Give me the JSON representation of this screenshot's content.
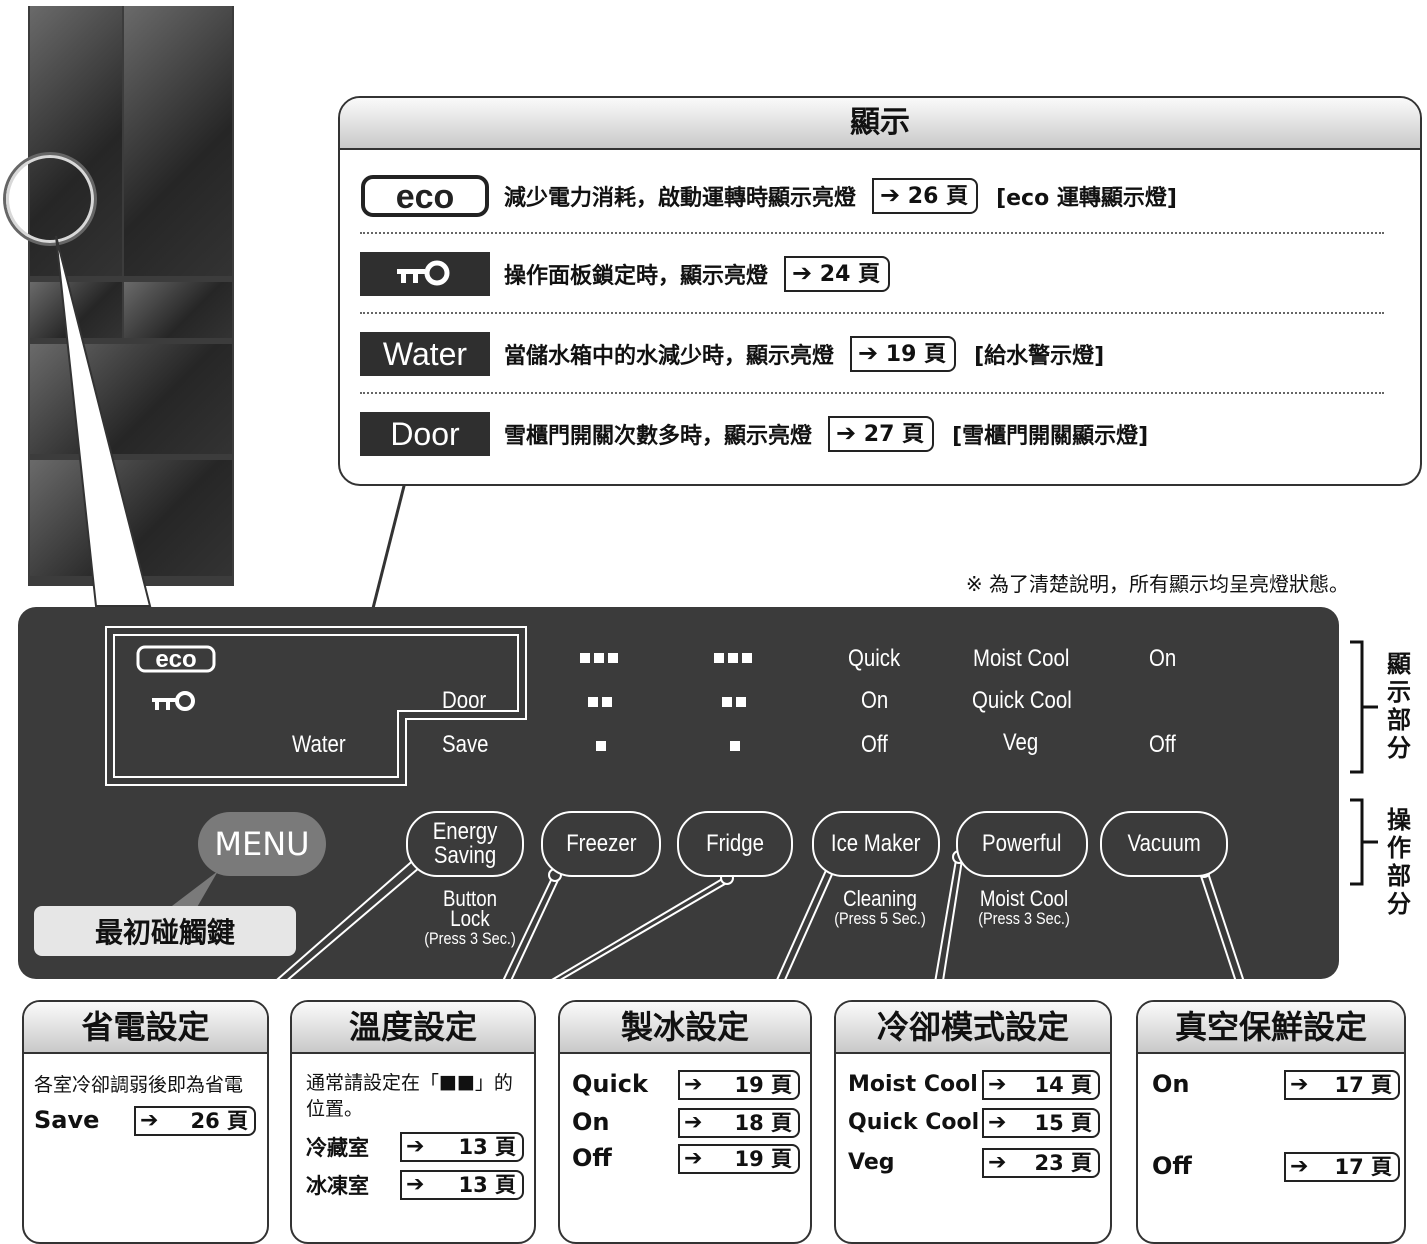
{
  "callout": {
    "title": "顯示",
    "rows": [
      {
        "indicator": "eco-icon",
        "text": "減少電力消耗，啟動運轉時顯示亮燈",
        "arrow": "➔",
        "ref": "26 頁",
        "note": "[eco 運轉顯示燈]"
      },
      {
        "indicator": "key-lock-icon",
        "text": "操作面板鎖定時，顯示亮燈",
        "arrow": "➔",
        "ref": "24 頁",
        "note": ""
      },
      {
        "indicator": "Water",
        "text": "當儲水箱中的水減少時，顯示亮燈",
        "arrow": "➔",
        "ref": "19 頁",
        "note": "[給水警示燈]"
      },
      {
        "indicator": "Door",
        "text": "雪櫃門開關次數多時，顯示亮燈",
        "arrow": "➔",
        "ref": "27 頁",
        "note": "[雪櫃門開關顯示燈]"
      }
    ]
  },
  "note": "※ 為了清楚說明，所有顯示均呈亮燈狀態。",
  "panel": {
    "display": {
      "eco": "eco-icon",
      "lock": "key-lock-icon",
      "door": "Door",
      "water": "Water",
      "save": "Save",
      "quick": "Quick",
      "on": "On",
      "off": "Off",
      "moist_cool": "Moist Cool",
      "quick_cool": "Quick Cool",
      "veg": "Veg",
      "vac_on": "On",
      "vac_off": "Off"
    },
    "buttons": {
      "menu": "MENU",
      "energy_saving_1": "Energy",
      "energy_saving_2": "Saving",
      "freezer": "Freezer",
      "fridge": "Fridge",
      "ice_maker": "Ice Maker",
      "powerful": "Powerful",
      "vacuum": "Vacuum"
    },
    "sublabels": {
      "button_lock": "Button Lock",
      "button_lock_hint": "(Press 3 Sec.)",
      "cleaning": "Cleaning",
      "cleaning_hint": "(Press 5 Sec.)",
      "moist_cool": "Moist Cool",
      "moist_cool_hint": "(Press 3 Sec.)"
    },
    "first_key": "最初碰觸鍵"
  },
  "side_labels": {
    "display_part": [
      "顯",
      "示",
      "部",
      "分"
    ],
    "operation_part": [
      "操",
      "作",
      "部",
      "分"
    ]
  },
  "boxes": {
    "energy": {
      "title": "省電設定",
      "desc": "各室冷卻調弱後即為省電",
      "rows": [
        {
          "label": "Save",
          "ref": "26 頁"
        }
      ]
    },
    "temp": {
      "title": "溫度設定",
      "desc1": "通常請設定在「",
      "desc_mark": "■■",
      "desc2": "」的",
      "desc3": "位置。",
      "rows": [
        {
          "label": "冷藏室",
          "ref": "13 頁"
        },
        {
          "label": "冰凍室",
          "ref": "13 頁"
        }
      ]
    },
    "ice": {
      "title": "製冰設定",
      "rows": [
        {
          "label": "Quick",
          "ref": "19 頁"
        },
        {
          "label": "On",
          "ref": "18 頁"
        },
        {
          "label": "Off",
          "ref": "19 頁"
        }
      ]
    },
    "cool": {
      "title": "冷卻模式設定",
      "rows": [
        {
          "label": "Moist Cool",
          "ref": "14 頁"
        },
        {
          "label": "Quick Cool",
          "ref": "15 頁"
        },
        {
          "label": "Veg",
          "ref": "23 頁"
        }
      ]
    },
    "vacuum": {
      "title": "真空保鮮設定",
      "rows": [
        {
          "label": "On",
          "ref": "17 頁"
        },
        {
          "label": "Off",
          "ref": "17 頁"
        }
      ]
    },
    "arrow": "➔"
  }
}
